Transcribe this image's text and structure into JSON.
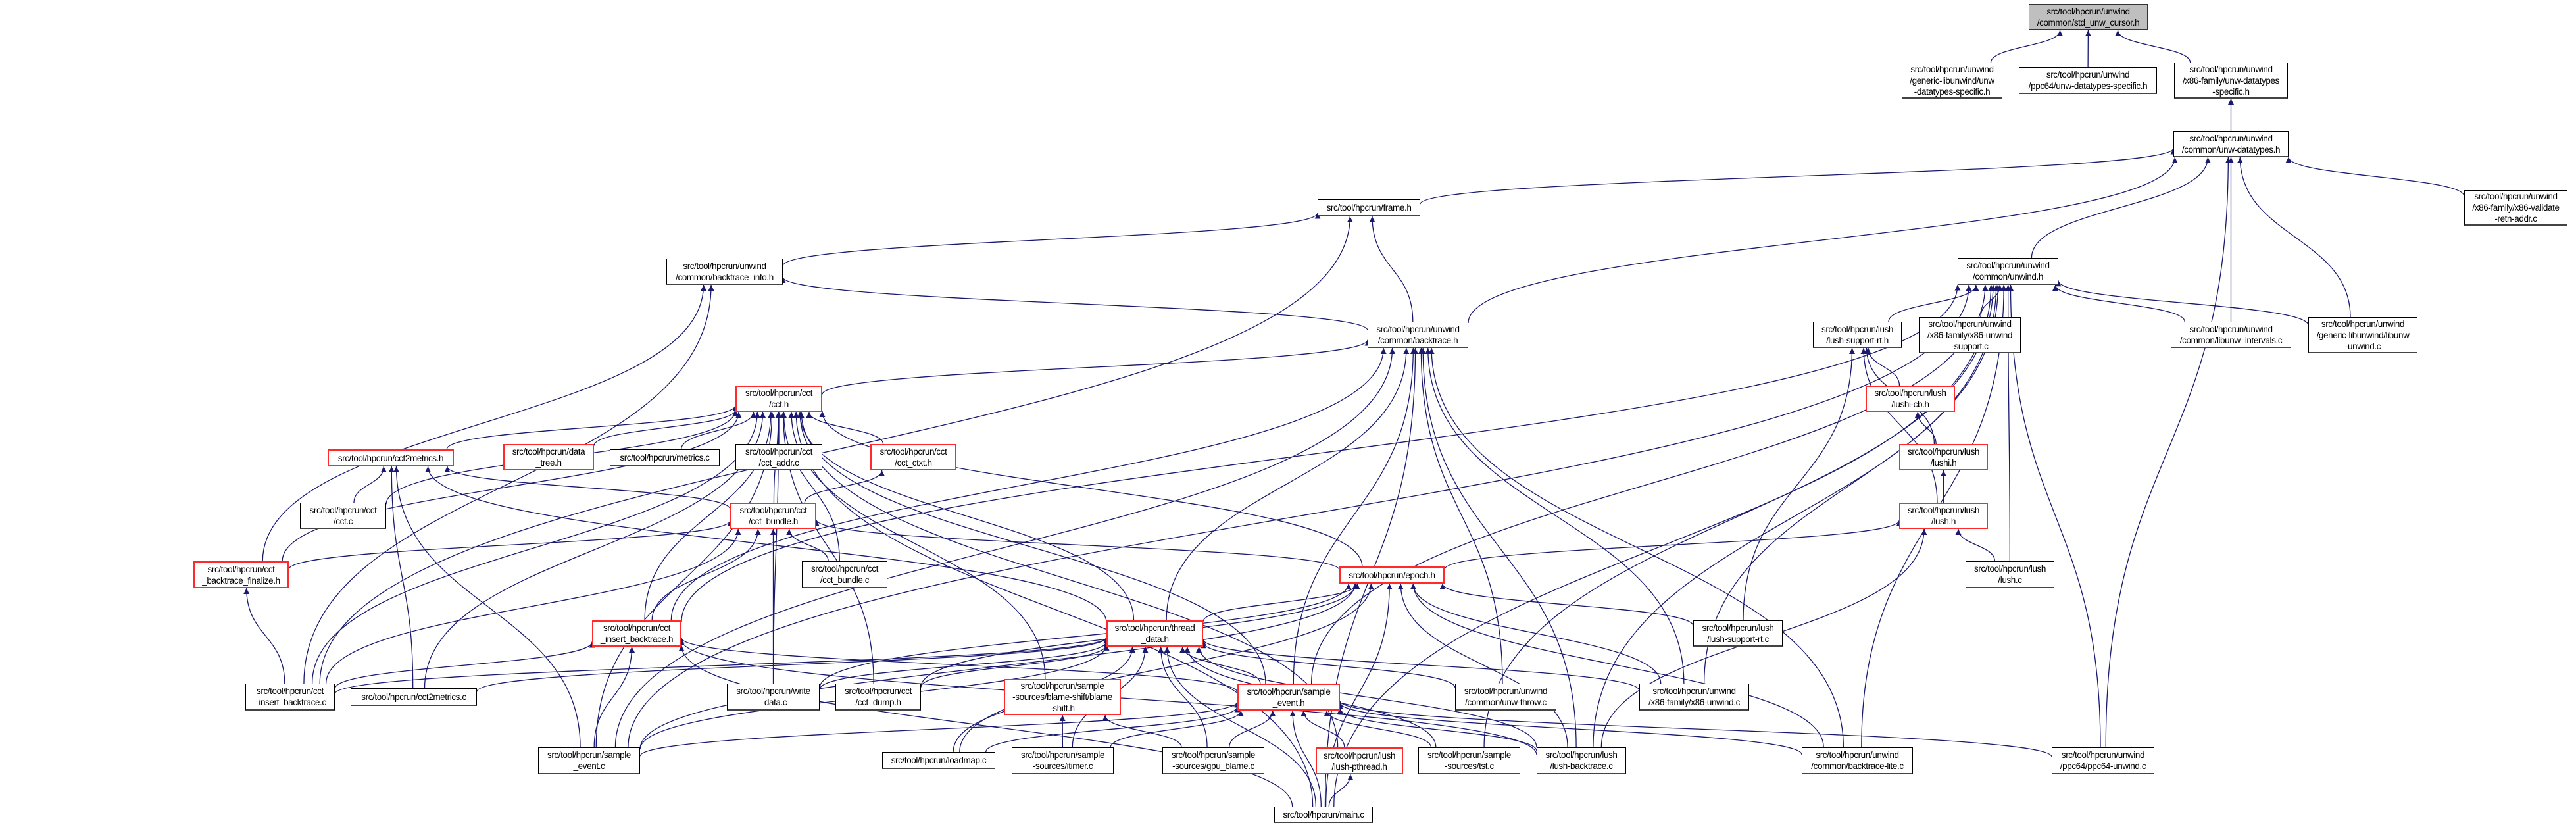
{
  "colors": {
    "edge": "#191970",
    "truncated_border": "#ff2a2a",
    "root_fill": "#bfbfbf",
    "node_border": "#000000"
  },
  "nodes": [
    {
      "id": "std_unw_cursor",
      "label": "src/tool/hpcrun/unwind\n/common/std_unw_cursor.h",
      "style": "root"
    },
    {
      "id": "generic_spec",
      "label": "src/tool/hpcrun/unwind\n/generic-libunwind/unw\n-datatypes-specific.h",
      "style": "normal"
    },
    {
      "id": "ppc64_spec",
      "label": "src/tool/hpcrun/unwind\n/ppc64/unw-datatypes-specific.h",
      "style": "normal"
    },
    {
      "id": "x86_spec",
      "label": "src/tool/hpcrun/unwind\n/x86-family/unw-datatypes\n-specific.h",
      "style": "normal"
    },
    {
      "id": "unw_datatypes",
      "label": "src/tool/hpcrun/unwind\n/common/unw-datatypes.h",
      "style": "normal"
    },
    {
      "id": "x86_validate",
      "label": "src/tool/hpcrun/unwind\n/x86-family/x86-validate\n-retn-addr.c",
      "style": "normal"
    },
    {
      "id": "frame",
      "label": "src/tool/hpcrun/frame.h",
      "style": "normal"
    },
    {
      "id": "backtrace_info",
      "label": "src/tool/hpcrun/unwind\n/common/backtrace_info.h",
      "style": "normal"
    },
    {
      "id": "unwind",
      "label": "src/tool/hpcrun/unwind\n/common/unwind.h",
      "style": "normal"
    },
    {
      "id": "backtrace",
      "label": "src/tool/hpcrun/unwind\n/common/backtrace.h",
      "style": "normal"
    },
    {
      "id": "lush_support_rt_h",
      "label": "src/tool/hpcrun/lush\n/lush-support-rt.h",
      "style": "normal"
    },
    {
      "id": "x86_unwind_support",
      "label": "src/tool/hpcrun/unwind\n/x86-family/x86-unwind\n-support.c",
      "style": "normal"
    },
    {
      "id": "libunw_intervals",
      "label": "src/tool/hpcrun/unwind\n/common/libunw_intervals.c",
      "style": "normal"
    },
    {
      "id": "libunw_unwind",
      "label": "src/tool/hpcrun/unwind\n/generic-libunwind/libunw\n-unwind.c",
      "style": "normal"
    },
    {
      "id": "cct_h",
      "label": "src/tool/hpcrun/cct\n/cct.h",
      "style": "truncated"
    },
    {
      "id": "lushi_cb",
      "label": "src/tool/hpcrun/lush\n/lushi-cb.h",
      "style": "truncated"
    },
    {
      "id": "cct2metrics_h",
      "label": "src/tool/hpcrun/cct2metrics.h",
      "style": "truncated"
    },
    {
      "id": "data_tree",
      "label": "src/tool/hpcrun/data\n_tree.h",
      "style": "truncated"
    },
    {
      "id": "metrics_c",
      "label": "src/tool/hpcrun/metrics.c",
      "style": "normal"
    },
    {
      "id": "cct_addr",
      "label": "src/tool/hpcrun/cct\n/cct_addr.c",
      "style": "normal"
    },
    {
      "id": "cct_ctxt",
      "label": "src/tool/hpcrun/cct\n/cct_ctxt.h",
      "style": "truncated"
    },
    {
      "id": "lushi_h",
      "label": "src/tool/hpcrun/lush\n/lushi.h",
      "style": "truncated"
    },
    {
      "id": "cct_c",
      "label": "src/tool/hpcrun/cct\n/cct.c",
      "style": "normal"
    },
    {
      "id": "cct_bundle_h",
      "label": "src/tool/hpcrun/cct\n/cct_bundle.h",
      "style": "truncated"
    },
    {
      "id": "lush_h",
      "label": "src/tool/hpcrun/lush\n/lush.h",
      "style": "truncated"
    },
    {
      "id": "cct_backtrace_finalize",
      "label": "src/tool/hpcrun/cct\n_backtrace_finalize.h",
      "style": "truncated"
    },
    {
      "id": "cct_bundle_c",
      "label": "src/tool/hpcrun/cct\n/cct_bundle.c",
      "style": "normal"
    },
    {
      "id": "epoch",
      "label": "src/tool/hpcrun/epoch.h",
      "style": "truncated"
    },
    {
      "id": "lush_c",
      "label": "src/tool/hpcrun/lush\n/lush.c",
      "style": "normal"
    },
    {
      "id": "thread_data",
      "label": "src/tool/hpcrun/thread\n_data.h",
      "style": "truncated"
    },
    {
      "id": "cct_insert_backtrace_h",
      "label": "src/tool/hpcrun/cct\n_insert_backtrace.h",
      "style": "truncated"
    },
    {
      "id": "lush_support_rt_c",
      "label": "src/tool/hpcrun/lush\n/lush-support-rt.c",
      "style": "normal"
    },
    {
      "id": "cct_insert_backtrace_c",
      "label": "src/tool/hpcrun/cct\n_insert_backtrace.c",
      "style": "normal"
    },
    {
      "id": "cct2metrics_c",
      "label": "src/tool/hpcrun/cct2metrics.c",
      "style": "normal"
    },
    {
      "id": "write_data",
      "label": "src/tool/hpcrun/write\n_data.c",
      "style": "normal"
    },
    {
      "id": "cct_dump",
      "label": "src/tool/hpcrun/cct\n/cct_dump.h",
      "style": "normal"
    },
    {
      "id": "blame_shift",
      "label": "src/tool/hpcrun/sample\n-sources/blame-shift/blame\n-shift.h",
      "style": "truncated"
    },
    {
      "id": "sample_event_h",
      "label": "src/tool/hpcrun/sample\n_event.h",
      "style": "truncated"
    },
    {
      "id": "unw_throw",
      "label": "src/tool/hpcrun/unwind\n/common/unw-throw.c",
      "style": "normal"
    },
    {
      "id": "x86_unwind",
      "label": "src/tool/hpcrun/unwind\n/x86-family/x86-unwind.c",
      "style": "normal"
    },
    {
      "id": "sample_event_c",
      "label": "src/tool/hpcrun/sample\n_event.c",
      "style": "normal"
    },
    {
      "id": "loadmap",
      "label": "src/tool/hpcrun/loadmap.c",
      "style": "normal"
    },
    {
      "id": "itimer",
      "label": "src/tool/hpcrun/sample\n-sources/itimer.c",
      "style": "normal"
    },
    {
      "id": "gpu_blame",
      "label": "src/tool/hpcrun/sample\n-sources/gpu_blame.c",
      "style": "normal"
    },
    {
      "id": "lush_pthread",
      "label": "src/tool/hpcrun/lush\n/lush-pthread.h",
      "style": "truncated"
    },
    {
      "id": "tst",
      "label": "src/tool/hpcrun/sample\n-sources/tst.c",
      "style": "normal"
    },
    {
      "id": "lush_backtrace",
      "label": "src/tool/hpcrun/lush\n/lush-backtrace.c",
      "style": "normal"
    },
    {
      "id": "backtrace_lite",
      "label": "src/tool/hpcrun/unwind\n/common/backtrace-lite.c",
      "style": "normal"
    },
    {
      "id": "ppc64_unwind",
      "label": "src/tool/hpcrun/unwind\n/ppc64/ppc64-unwind.c",
      "style": "normal"
    },
    {
      "id": "main",
      "label": "src/tool/hpcrun/main.c",
      "style": "normal"
    }
  ],
  "edges": [
    [
      "generic_spec",
      "std_unw_cursor"
    ],
    [
      "ppc64_spec",
      "std_unw_cursor"
    ],
    [
      "x86_spec",
      "std_unw_cursor"
    ],
    [
      "unw_datatypes",
      "x86_spec"
    ],
    [
      "frame",
      "unw_datatypes"
    ],
    [
      "backtrace",
      "unw_datatypes"
    ],
    [
      "unwind",
      "unw_datatypes"
    ],
    [
      "libunw_intervals",
      "unw_datatypes"
    ],
    [
      "libunw_unwind",
      "unw_datatypes"
    ],
    [
      "x86_validate",
      "unw_datatypes"
    ],
    [
      "ppc64_unwind",
      "unw_datatypes"
    ],
    [
      "backtrace_info",
      "frame"
    ],
    [
      "backtrace",
      "frame"
    ],
    [
      "cct_insert_backtrace_c",
      "frame"
    ],
    [
      "backtrace",
      "backtrace_info"
    ],
    [
      "cct_backtrace_finalize",
      "backtrace_info"
    ],
    [
      "cct_insert_backtrace_c",
      "backtrace_info"
    ],
    [
      "cct_h",
      "backtrace"
    ],
    [
      "cct_insert_backtrace_h",
      "backtrace"
    ],
    [
      "thread_data",
      "backtrace"
    ],
    [
      "sample_event_h",
      "backtrace"
    ],
    [
      "unw_throw",
      "backtrace"
    ],
    [
      "x86_unwind",
      "backtrace"
    ],
    [
      "lush_backtrace",
      "backtrace"
    ],
    [
      "backtrace_lite",
      "backtrace"
    ],
    [
      "main",
      "backtrace"
    ],
    [
      "sample_event_c",
      "backtrace"
    ],
    [
      "lush_support_rt_h",
      "unwind"
    ],
    [
      "x86_unwind_support",
      "unwind"
    ],
    [
      "libunw_intervals",
      "unwind"
    ],
    [
      "libunw_unwind",
      "unwind"
    ],
    [
      "lush_c",
      "unwind"
    ],
    [
      "x86_unwind",
      "unwind"
    ],
    [
      "backtrace_lite",
      "unwind"
    ],
    [
      "ppc64_unwind",
      "unwind"
    ],
    [
      "main",
      "unwind"
    ],
    [
      "lush_backtrace",
      "unwind"
    ],
    [
      "sample_event_h",
      "unwind"
    ],
    [
      "cct_insert_backtrace_h",
      "unwind"
    ],
    [
      "sample_event_c",
      "unwind"
    ],
    [
      "tst",
      "unwind"
    ],
    [
      "lushi_cb",
      "lush_support_rt_h"
    ],
    [
      "lushi_h",
      "lush_support_rt_h"
    ],
    [
      "lush_h",
      "lush_support_rt_h"
    ],
    [
      "lush_support_rt_c",
      "lush_support_rt_h"
    ],
    [
      "lushi_h",
      "lushi_cb"
    ],
    [
      "lush_h",
      "lushi_h"
    ],
    [
      "lush_c",
      "lush_h"
    ],
    [
      "epoch",
      "lush_h"
    ],
    [
      "lush_backtrace",
      "lush_h"
    ],
    [
      "cct2metrics_h",
      "cct_h"
    ],
    [
      "data_tree",
      "cct_h"
    ],
    [
      "metrics_c",
      "cct_h"
    ],
    [
      "cct_addr",
      "cct_h"
    ],
    [
      "cct_ctxt",
      "cct_h"
    ],
    [
      "cct_bundle_h",
      "cct_h"
    ],
    [
      "cct_c",
      "cct_h"
    ],
    [
      "cct_backtrace_finalize",
      "cct_h"
    ],
    [
      "cct_insert_backtrace_h",
      "cct_h"
    ],
    [
      "cct_insert_backtrace_c",
      "cct_h"
    ],
    [
      "cct2metrics_c",
      "cct_h"
    ],
    [
      "sample_event_c",
      "cct_h"
    ],
    [
      "main",
      "cct_h"
    ],
    [
      "epoch",
      "cct_h"
    ],
    [
      "thread_data",
      "cct_h"
    ],
    [
      "cct_bundle_c",
      "cct_h"
    ],
    [
      "cct_dump",
      "cct_h"
    ],
    [
      "blame_shift",
      "cct_h"
    ],
    [
      "sample_event_h",
      "cct_h"
    ],
    [
      "lush_pthread",
      "cct_h"
    ],
    [
      "write_data",
      "cct_h"
    ],
    [
      "cct_c",
      "cct2metrics_h"
    ],
    [
      "cct2metrics_c",
      "cct2metrics_h"
    ],
    [
      "sample_event_c",
      "cct2metrics_h"
    ],
    [
      "cct_bundle_h",
      "cct2metrics_h"
    ],
    [
      "thread_data",
      "cct2metrics_h"
    ],
    [
      "cct_bundle_h",
      "cct_ctxt"
    ],
    [
      "cct_backtrace_finalize",
      "cct_bundle_h"
    ],
    [
      "cct_insert_backtrace_c",
      "cct_bundle_h"
    ],
    [
      "cct_insert_backtrace_h",
      "cct_bundle_h"
    ],
    [
      "write_data",
      "cct_bundle_h"
    ],
    [
      "cct_bundle_c",
      "cct_bundle_h"
    ],
    [
      "epoch",
      "cct_bundle_h"
    ],
    [
      "cct_insert_backtrace_c",
      "cct_backtrace_finalize"
    ],
    [
      "thread_data",
      "epoch"
    ],
    [
      "main",
      "epoch"
    ],
    [
      "lush_backtrace",
      "epoch"
    ],
    [
      "x86_unwind",
      "epoch"
    ],
    [
      "lush_support_rt_c",
      "epoch"
    ],
    [
      "backtrace_lite",
      "epoch"
    ],
    [
      "write_data",
      "epoch"
    ],
    [
      "cct_dump",
      "epoch"
    ],
    [
      "loadmap",
      "epoch"
    ],
    [
      "sample_event_c",
      "epoch"
    ],
    [
      "cct_insert_backtrace_c",
      "thread_data"
    ],
    [
      "cct2metrics_c",
      "thread_data"
    ],
    [
      "write_data",
      "thread_data"
    ],
    [
      "cct_dump",
      "thread_data"
    ],
    [
      "sample_event_h",
      "thread_data"
    ],
    [
      "itimer",
      "thread_data"
    ],
    [
      "gpu_blame",
      "thread_data"
    ],
    [
      "main",
      "thread_data"
    ],
    [
      "tst",
      "thread_data"
    ],
    [
      "lush_backtrace",
      "thread_data"
    ],
    [
      "x86_unwind",
      "thread_data"
    ],
    [
      "unw_throw",
      "thread_data"
    ],
    [
      "sample_event_c",
      "thread_data"
    ],
    [
      "loadmap",
      "thread_data"
    ],
    [
      "cct_insert_backtrace_c",
      "cct_insert_backtrace_h"
    ],
    [
      "sample_event_c",
      "cct_insert_backtrace_h"
    ],
    [
      "main",
      "cct_insert_backtrace_h"
    ],
    [
      "lush_backtrace",
      "cct_insert_backtrace_h"
    ],
    [
      "sample_event_h",
      "cct_insert_backtrace_h"
    ],
    [
      "itimer",
      "blame_shift"
    ],
    [
      "gpu_blame",
      "blame_shift"
    ],
    [
      "sample_event_c",
      "sample_event_h"
    ],
    [
      "loadmap",
      "sample_event_h"
    ],
    [
      "itimer",
      "sample_event_h"
    ],
    [
      "gpu_blame",
      "sample_event_h"
    ],
    [
      "lush_pthread",
      "sample_event_h"
    ],
    [
      "tst",
      "sample_event_h"
    ],
    [
      "lush_backtrace",
      "sample_event_h"
    ],
    [
      "main",
      "sample_event_h"
    ],
    [
      "backtrace_lite",
      "sample_event_h"
    ],
    [
      "ppc64_unwind",
      "sample_event_h"
    ],
    [
      "main",
      "lush_pthread"
    ]
  ]
}
